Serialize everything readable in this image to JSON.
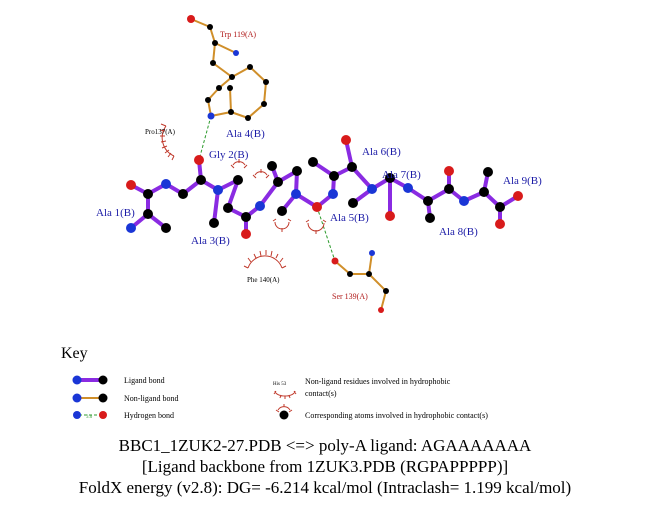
{
  "colors": {
    "ligand_bond": "#8a2be2",
    "nonligand_bond": "#d08f2a",
    "hbond": "#2e9b2e",
    "carbon": "#000000",
    "nitrogen": "#1a36d6",
    "oxygen": "#d81b1b",
    "arc": "#c0392b",
    "ligand_label": "#1a1aa6",
    "residue_label": "#b01a1a"
  },
  "ligand_labels": {
    "ala1": "Ala 1(B)",
    "gly2": "Gly 2(B)",
    "ala3": "Ala 3(B)",
    "ala4": "Ala 4(B)",
    "ala5": "Ala 5(B)",
    "ala6": "Ala 6(B)",
    "ala7": "Ala 7(B)",
    "ala8": "Ala 8(B)",
    "ala9": "Ala 9(B)"
  },
  "residue_labels": {
    "trp119": "Trp 119(A)",
    "ser139": "Ser 139(A)",
    "pro137": "Pro137(A)",
    "phe140": "Phe 140(A)"
  },
  "key": {
    "title": "Key",
    "ligand_bond": "Ligand bond",
    "nonligand_bond": "Non-ligand bond",
    "hydrogen_bond": "Hydrogen bond",
    "hbond_length": "3.0",
    "sample_residue": "His 53",
    "hydrophobic_residues_line1": "Non-ligand residues involved in hydrophobic",
    "hydrophobic_residues_line2": "contact(s)",
    "hydrophobic_atoms": "Corresponding atoms involved in hydrophobic contact(s)"
  },
  "caption": {
    "line1": "BBC1_1ZUK2-27.PDB <=> poly-A ligand: AGAAAAAAA",
    "line2": "[Ligand backbone from 1ZUK3.PDB (RGPAPPPPP)]",
    "line3": "FoldX energy (v2.8): DG= -6.214 kcal/mol (Intraclash= 1.199 kcal/mol)"
  }
}
